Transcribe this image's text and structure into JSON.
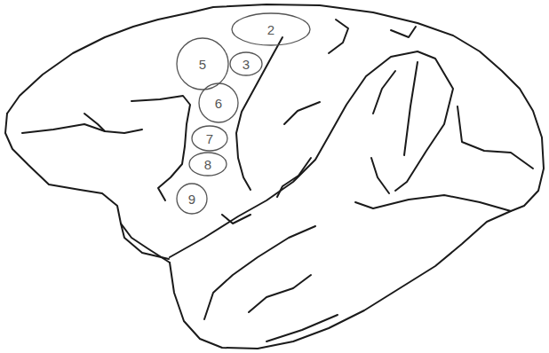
{
  "diagram": {
    "nodes": [
      {
        "text": [
          "2"
        ]
      },
      {
        "text": [
          "5"
        ]
      },
      {
        "text": [
          "3"
        ]
      },
      {
        "text": [
          "6"
        ]
      },
      {
        "text": [
          "7"
        ]
      },
      {
        "text": [
          "8"
        ]
      },
      {
        "text": [
          "9"
        ]
      }
    ],
    "edges": []
  }
}
